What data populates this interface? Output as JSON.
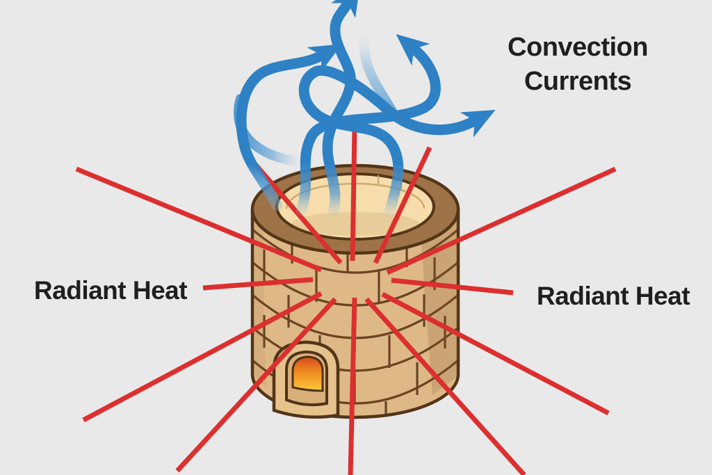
{
  "labels": {
    "convection_line1": "Convection",
    "convection_line2": "Currents",
    "radiant_left": "Radiant Heat",
    "radiant_right": "Radiant Heat"
  },
  "colors": {
    "background": "#e9e9e9",
    "label_text": "#1f1f1f",
    "radiant_ray_red": "#dc2f2f",
    "convection_blue": "#2e81c4",
    "brick_tan": "#deb987",
    "brick_joint_brown": "#6a4423",
    "dark_outline": "#533517",
    "rim_brown": "#9e7347",
    "opening_cream": "#f6ddab",
    "arch_tan": "#e6c28d",
    "fire_top": "#d84a1c",
    "fire_middle": "#ef8b1e",
    "fire_bottom": "#fec93a"
  },
  "figure": {
    "type": "diagram",
    "subject": "Heat transfer from a cylindrical brick stove",
    "radiant_ray_count": 12,
    "convection_arrow_count": 4
  }
}
